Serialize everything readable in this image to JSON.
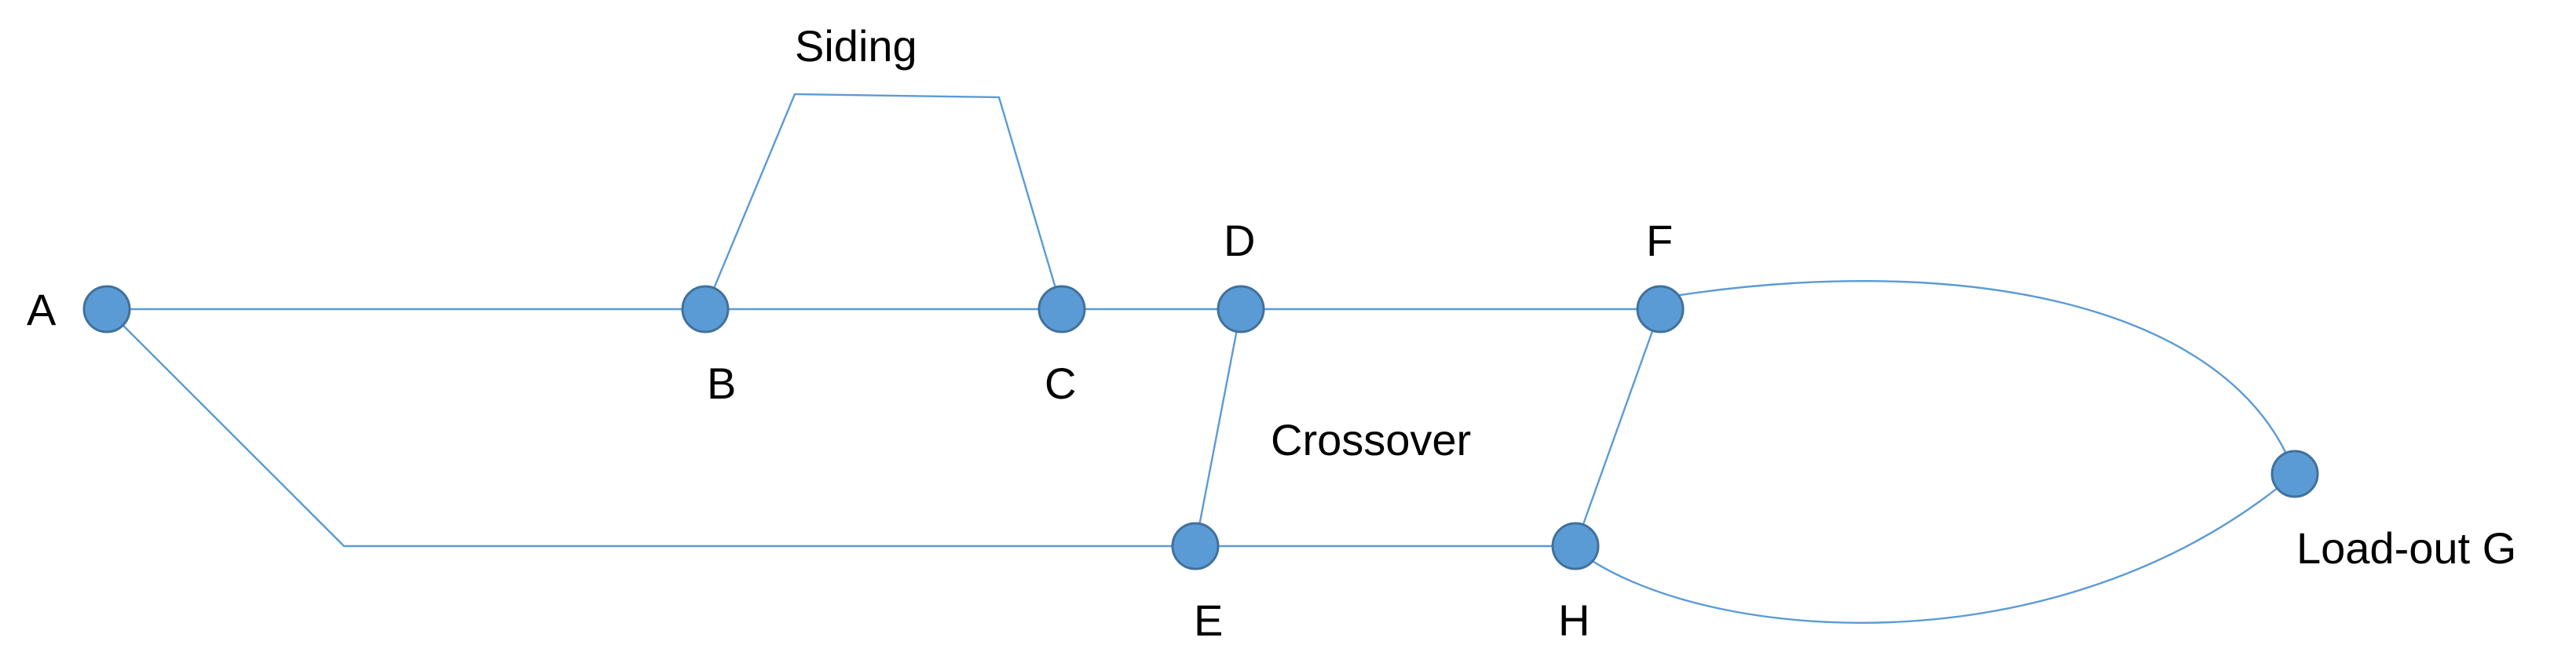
{
  "diagram": {
    "colors": {
      "track": "#5b9bd5",
      "node_fill": "#5b9bd5",
      "node_stroke": "#41719c",
      "text": "#000000"
    },
    "nodes": {
      "a": "A",
      "b": "B",
      "c": "C",
      "d": "D",
      "e": "E",
      "f": "F",
      "g": "",
      "h": "H"
    },
    "labels": {
      "siding": "Siding",
      "crossover": "Crossover",
      "loadout": "Load-out G"
    }
  }
}
